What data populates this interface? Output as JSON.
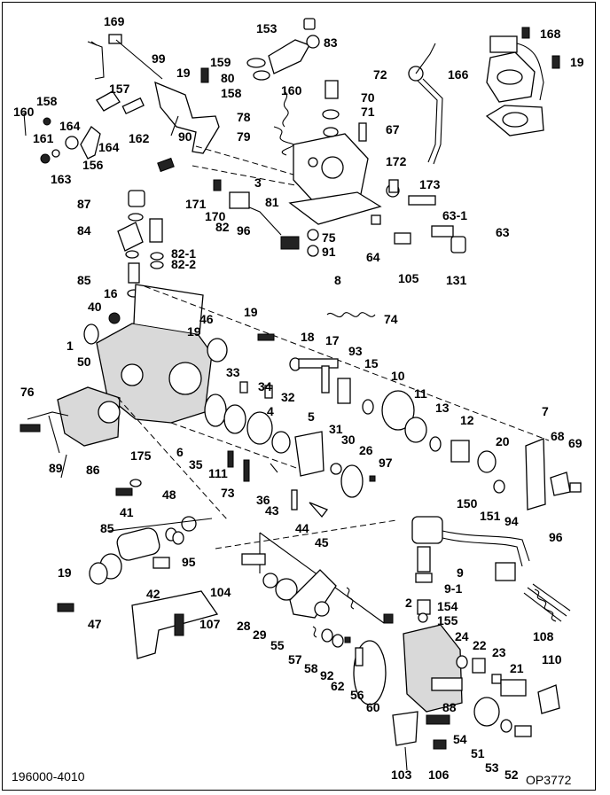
{
  "footer": {
    "drawing_number": "196000-4010",
    "figure_code": "OP3772"
  },
  "parts": [
    "169",
    "153",
    "83",
    "99",
    "159",
    "19",
    "80",
    "158",
    "157",
    "160",
    "72",
    "166",
    "168",
    "70",
    "71",
    "67",
    "78",
    "79",
    "162",
    "164",
    "161",
    "163",
    "156",
    "90",
    "172",
    "173",
    "3",
    "171",
    "170",
    "82",
    "96",
    "81",
    "63-1",
    "63",
    "75",
    "91",
    "87",
    "84",
    "82-1",
    "82-2",
    "64",
    "105",
    "131",
    "8",
    "85",
    "16",
    "40",
    "50",
    "46",
    "19",
    "74",
    "1",
    "18",
    "17",
    "93",
    "15",
    "10",
    "11",
    "13",
    "12",
    "7",
    "68",
    "69",
    "76",
    "34",
    "32",
    "4",
    "33",
    "5",
    "31",
    "30",
    "26",
    "97",
    "20",
    "150",
    "151",
    "94",
    "89",
    "6",
    "35",
    "111",
    "73",
    "36",
    "86",
    "175",
    "43",
    "44",
    "45",
    "48",
    "41",
    "95",
    "96",
    "9",
    "9-1",
    "154",
    "155",
    "2",
    "24",
    "22",
    "23",
    "21",
    "110",
    "108",
    "42",
    "104",
    "107",
    "47",
    "28",
    "29",
    "55",
    "57",
    "58",
    "92",
    "62",
    "56",
    "60",
    "88",
    "54",
    "51",
    "53",
    "52",
    "103",
    "106"
  ]
}
